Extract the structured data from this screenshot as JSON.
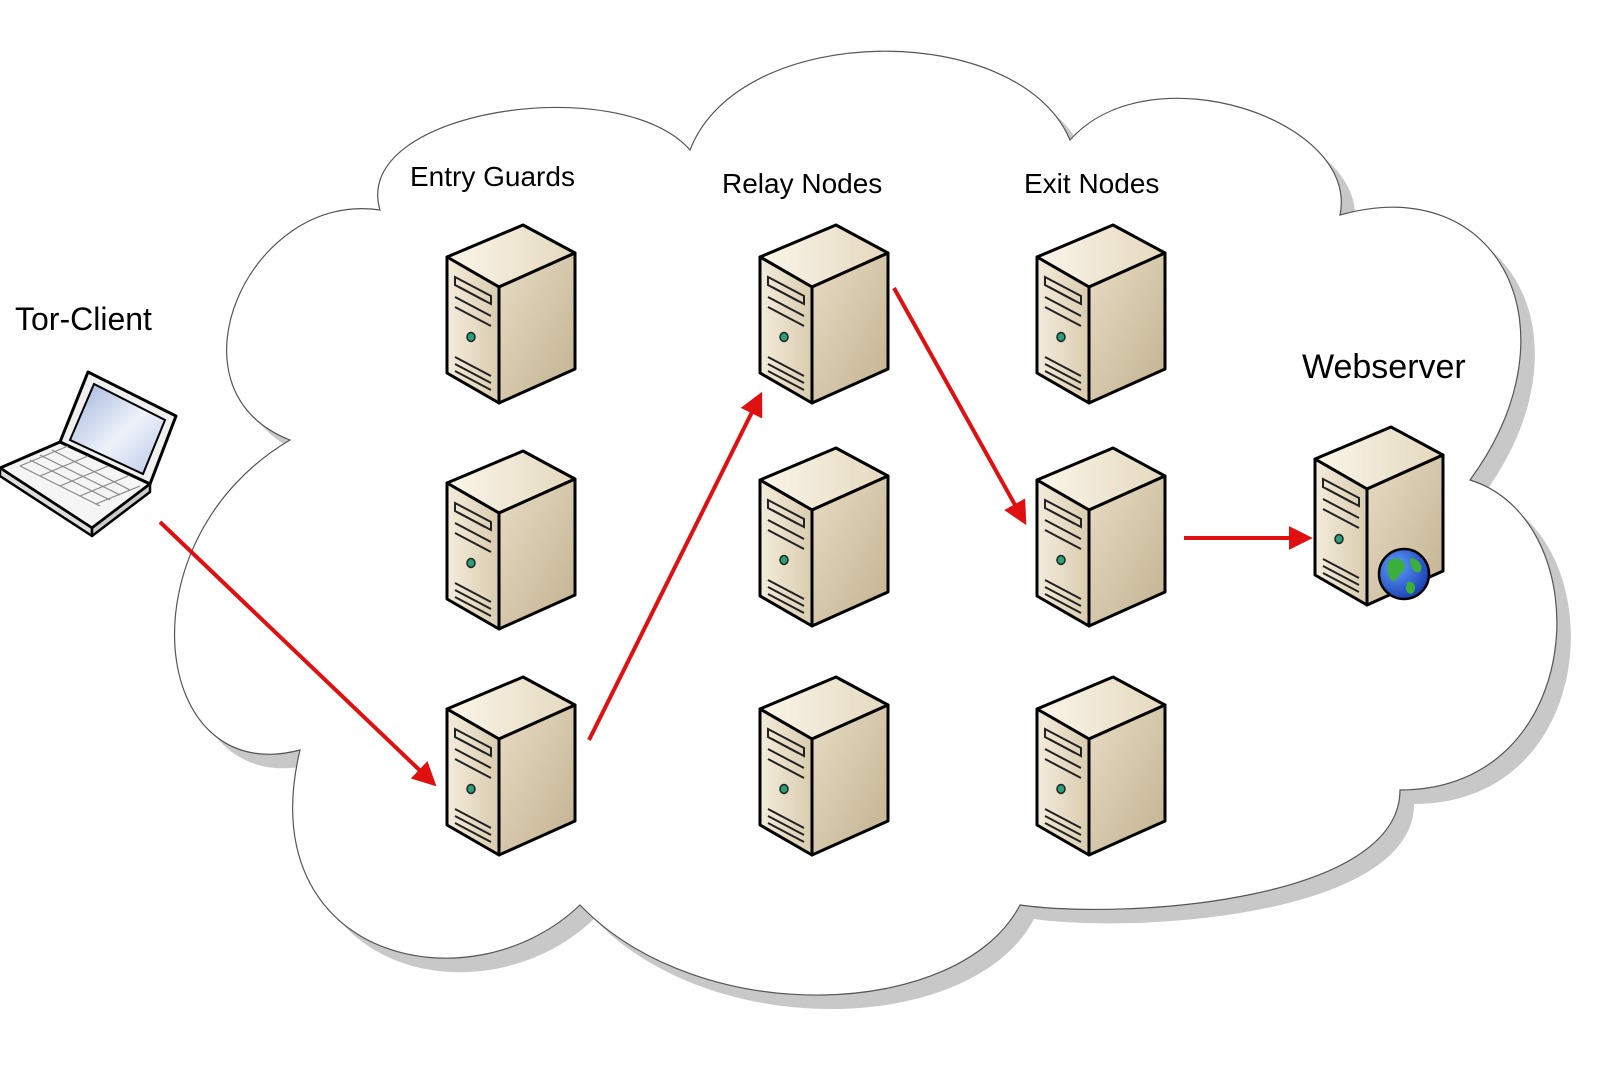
{
  "labels": {
    "client": "Tor-Client",
    "entry": "Entry Guards",
    "relay": "Relay Nodes",
    "exit": "Exit Nodes",
    "webserver": "Webserver"
  },
  "icons": {
    "client": "laptop-icon",
    "server": "server-tower-icon",
    "webserver": "web-server-globe-icon"
  },
  "colors": {
    "arrow": "#e01010",
    "cloud_fill": "#ffffff",
    "cloud_shadow": "#c8c8c8",
    "server_body": "#e8dcc4"
  }
}
